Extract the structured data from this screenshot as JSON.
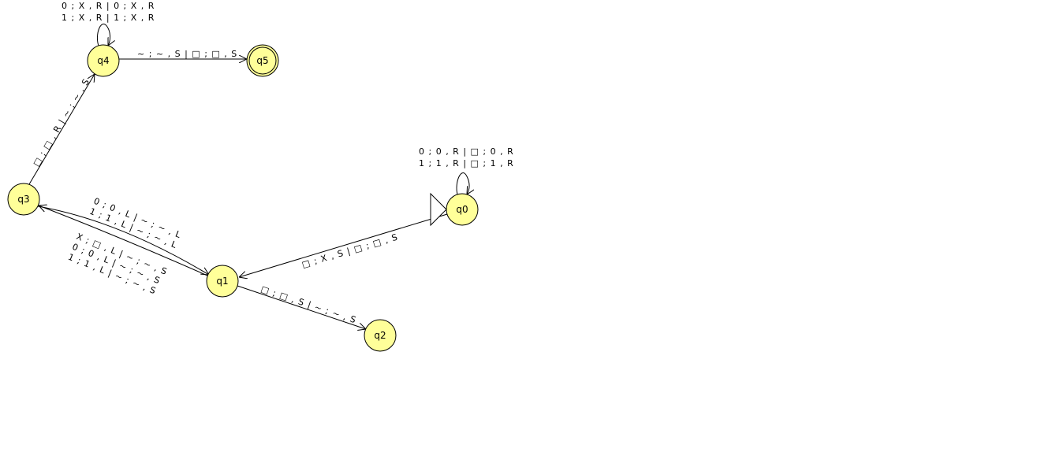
{
  "diagram": {
    "colors": {
      "state_fill": "#ffff99",
      "stroke": "#000000",
      "background": "#ffffff"
    },
    "states": [
      {
        "id": "q0",
        "label": "q0",
        "initial": true,
        "final": false
      },
      {
        "id": "q1",
        "label": "q1",
        "initial": false,
        "final": false
      },
      {
        "id": "q2",
        "label": "q2",
        "initial": false,
        "final": false
      },
      {
        "id": "q3",
        "label": "q3",
        "initial": false,
        "final": false
      },
      {
        "id": "q4",
        "label": "q4",
        "initial": false,
        "final": false
      },
      {
        "id": "q5",
        "label": "q5",
        "initial": false,
        "final": true
      }
    ],
    "transitions": [
      {
        "id": "t-q0-q0",
        "from": "q0",
        "to": "q0",
        "labels": [
          "0 ; 0 , R | □ ; 0 , R",
          "1 ; 1 , R | □ ; 1 , R"
        ]
      },
      {
        "id": "t-q0-q1",
        "from": "q0",
        "to": "q1",
        "labels": [
          "□ ; X , S | □ ; □ , S"
        ]
      },
      {
        "id": "t-q1-q2",
        "from": "q1",
        "to": "q2",
        "labels": [
          "□ ; □ , S | ~ ; ~ , S"
        ]
      },
      {
        "id": "t-q3-q1",
        "from": "q3",
        "to": "q1",
        "labels": [
          "0 ; 0 , L | ~ ; ~ , L",
          "1 ; 1 , L | ~ ; ~ , L"
        ]
      },
      {
        "id": "t-q1-q3",
        "from": "q1",
        "to": "q3",
        "labels": [
          "X ; □ , L | ~ ; ~ , S",
          "0 ; 0 , L | ~ ; ~ , S",
          "1 ; 1 , L | ~ ; ~ , S"
        ]
      },
      {
        "id": "t-q3-q4",
        "from": "q3",
        "to": "q4",
        "labels": [
          "□ ; □ , R | ~ ; ~ , S"
        ]
      },
      {
        "id": "t-q4-q4",
        "from": "q4",
        "to": "q4",
        "labels": [
          "0 ; X , R | 0 ; X , R",
          "1 ; X , R | 1 ; X , R"
        ]
      },
      {
        "id": "t-q4-q5",
        "from": "q4",
        "to": "q5",
        "labels": [
          "~ ; ~ , S | □ ; □ , S"
        ]
      }
    ]
  }
}
